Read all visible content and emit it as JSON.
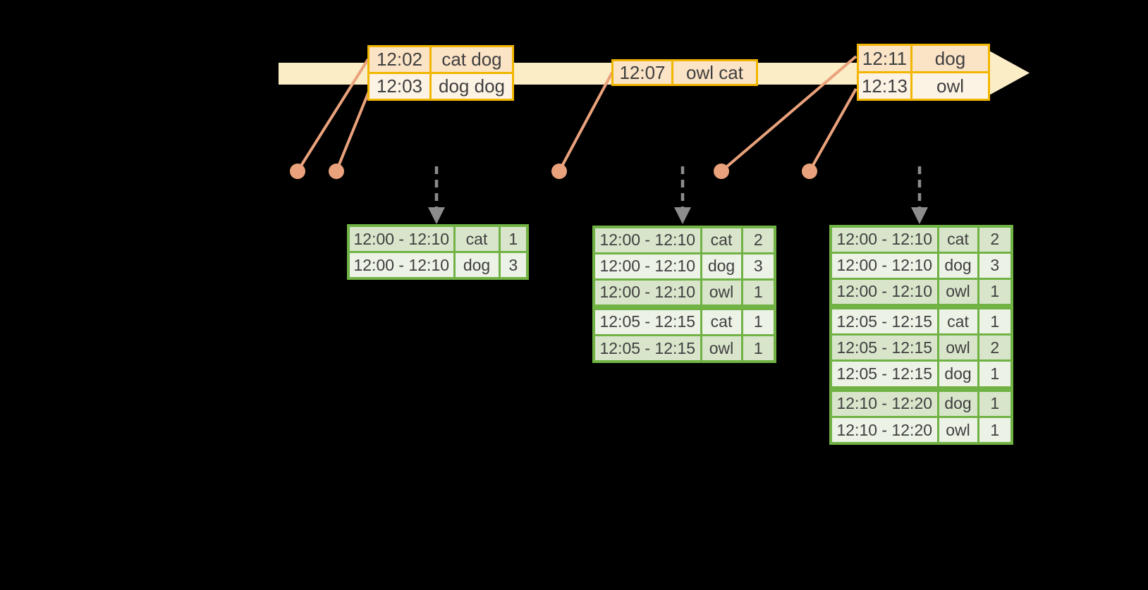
{
  "colors": {
    "background": "#000000",
    "timeline_fill": "#FBEDC6",
    "event_border": "#F2B600",
    "event_row_dark": "#FBE3C6",
    "event_row_light": "#FDF3E4",
    "connector": "#EAA27C",
    "result_border": "#70B244",
    "result_row_dark": "#D8E5CB",
    "result_row_light": "#EDF2E7",
    "trigger_arrow_gray": "#8C8C8C",
    "text": "#3F3F3F"
  },
  "icons": {
    "timeline_arrowhead": "right-arrow",
    "trigger_arrow": "dashed-down-arrow"
  },
  "timeline": {
    "events": [
      {
        "rows": [
          {
            "time": "12:02",
            "words": "cat dog"
          },
          {
            "time": "12:03",
            "words": "dog dog"
          }
        ]
      },
      {
        "rows": [
          {
            "time": "12:07",
            "words": "owl cat"
          }
        ]
      },
      {
        "rows": [
          {
            "time": "12:11",
            "words": "dog"
          },
          {
            "time": "12:13",
            "words": "owl"
          }
        ]
      }
    ]
  },
  "result_tables": [
    {
      "rows": [
        {
          "window": "12:00 - 12:10",
          "word": "cat",
          "count": "1"
        },
        {
          "window": "12:00 - 12:10",
          "word": "dog",
          "count": "3"
        }
      ]
    },
    {
      "rows": [
        {
          "window": "12:00 - 12:10",
          "word": "cat",
          "count": "2"
        },
        {
          "window": "12:00 - 12:10",
          "word": "dog",
          "count": "3"
        },
        {
          "window": "12:00 - 12:10",
          "word": "owl",
          "count": "1"
        },
        {
          "window": "12:05 - 12:15",
          "word": "cat",
          "count": "1"
        },
        {
          "window": "12:05 - 12:15",
          "word": "owl",
          "count": "1"
        }
      ]
    },
    {
      "rows": [
        {
          "window": "12:00 - 12:10",
          "word": "cat",
          "count": "2"
        },
        {
          "window": "12:00 - 12:10",
          "word": "dog",
          "count": "3"
        },
        {
          "window": "12:00 - 12:10",
          "word": "owl",
          "count": "1"
        },
        {
          "window": "12:05 - 12:15",
          "word": "cat",
          "count": "1"
        },
        {
          "window": "12:05 - 12:15",
          "word": "owl",
          "count": "2"
        },
        {
          "window": "12:05 - 12:15",
          "word": "dog",
          "count": "1"
        },
        {
          "window": "12:10 - 12:20",
          "word": "dog",
          "count": "1"
        },
        {
          "window": "12:10 - 12:20",
          "word": "owl",
          "count": "1"
        }
      ]
    }
  ]
}
